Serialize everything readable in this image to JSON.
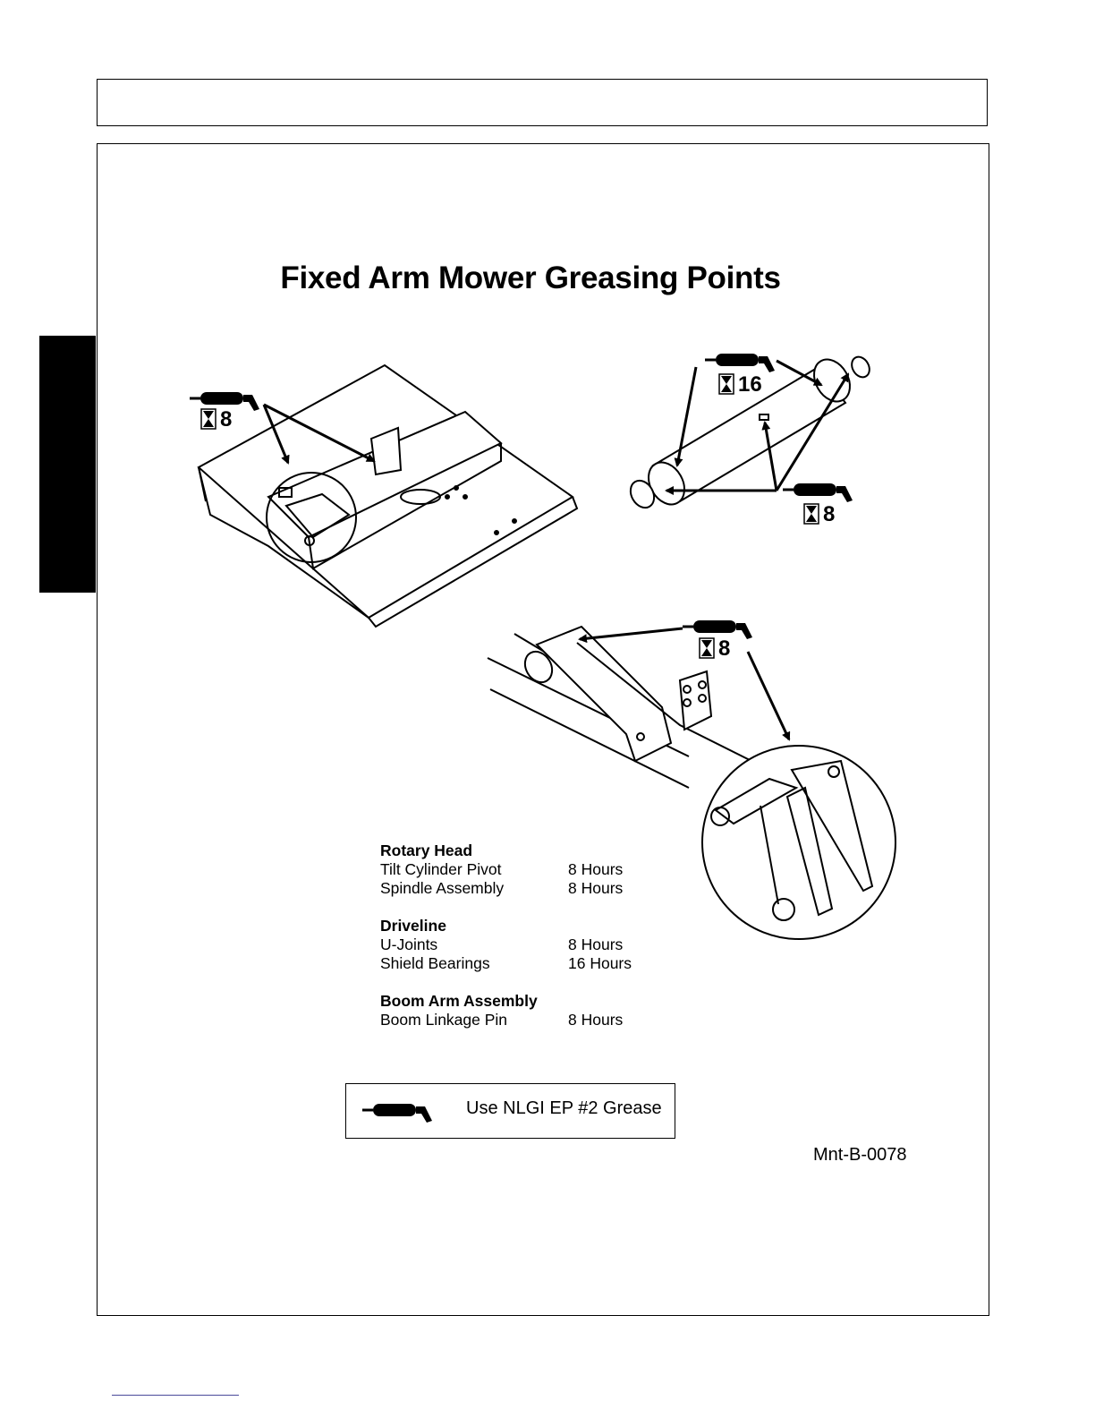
{
  "header": {
    "text": ""
  },
  "title": "Fixed Arm Mower Greasing Points",
  "callouts": {
    "deck": "8",
    "driveline_shield": "16",
    "driveline_ujoint": "8",
    "boom": "8"
  },
  "schedule": [
    {
      "heading": "Rotary Head",
      "items": [
        {
          "name": "Tilt Cylinder Pivot",
          "interval": "8 Hours"
        },
        {
          "name": "Spindle Assembly",
          "interval": "8 Hours"
        }
      ]
    },
    {
      "heading": "Driveline",
      "items": [
        {
          "name": "U-Joints",
          "interval": "8 Hours"
        },
        {
          "name": "Shield Bearings",
          "interval": "16 Hours"
        }
      ]
    },
    {
      "heading": "Boom Arm Assembly",
      "items": [
        {
          "name": "Boom Linkage Pin",
          "interval": "8 Hours"
        }
      ]
    }
  ],
  "legend": {
    "text": "Use NLGI EP #2 Grease",
    "icon": "grease-gun-icon"
  },
  "reference": "Mnt-B-0078",
  "icons": {
    "grease": "grease-gun-icon",
    "hourglass": "hourglass-icon"
  }
}
